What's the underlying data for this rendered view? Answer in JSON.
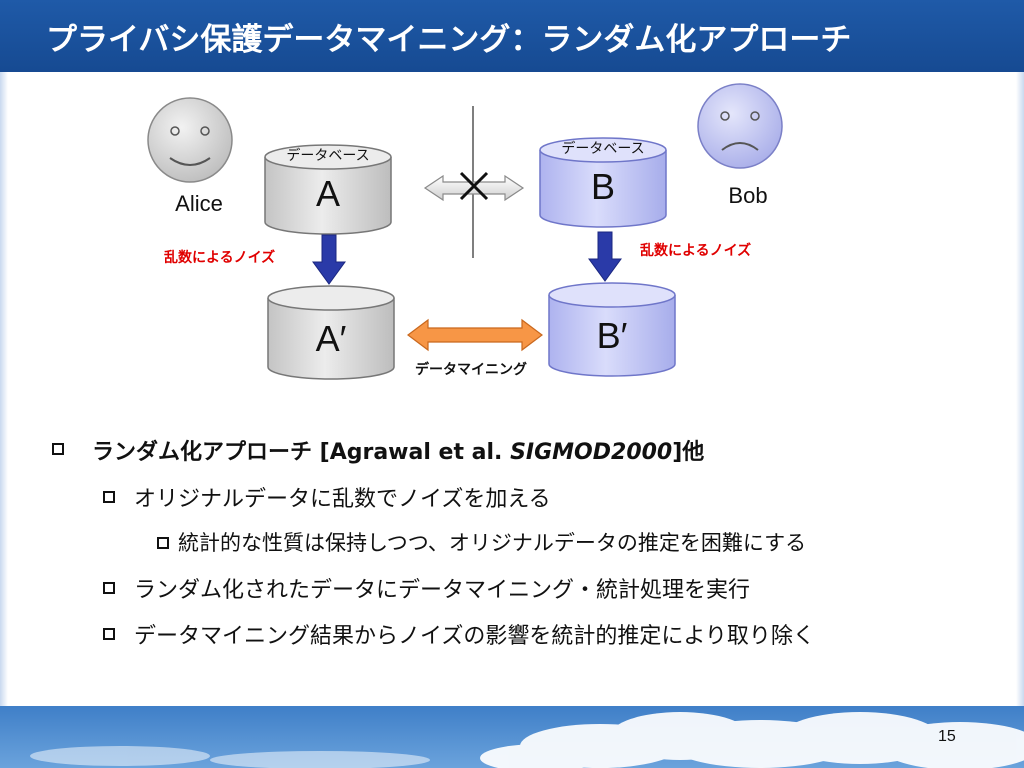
{
  "title": "プライバシ保護データマイニング：ランダム化アプローチ",
  "diagram": {
    "alice_label": "Alice",
    "bob_label": "Bob",
    "db_caption_a": "データベース",
    "db_caption_b": "データベース",
    "db_a": "A",
    "db_b": "B",
    "db_a_prime": "A′",
    "db_b_prime": "B′",
    "noise_left": "乱数によるノイズ",
    "noise_right": "乱数によるノイズ",
    "mining_label": "データマイニング",
    "colors": {
      "gray_db": "#d9d9d9",
      "blue_db": "#c7cbf6",
      "arrow_blue": "#2a3aa8",
      "arrow_orange": "#f79646",
      "noise_red": "#e00000"
    }
  },
  "bullets": {
    "main_text": "ランダム化アプローチ [Agrawal et al. ",
    "main_italic": "SIGMOD2000",
    "main_suffix": "]他",
    "sub1": "オリジナルデータに乱数でノイズを加える",
    "sub1_1": "統計的な性質は保持しつつ、オリジナルデータの推定を困難にする",
    "sub2": "ランダム化されたデータにデータマイニング・統計処理を実行",
    "sub3": "データマイニング結果からノイズの影響を統計的推定により取り除く"
  },
  "page_number": "15"
}
